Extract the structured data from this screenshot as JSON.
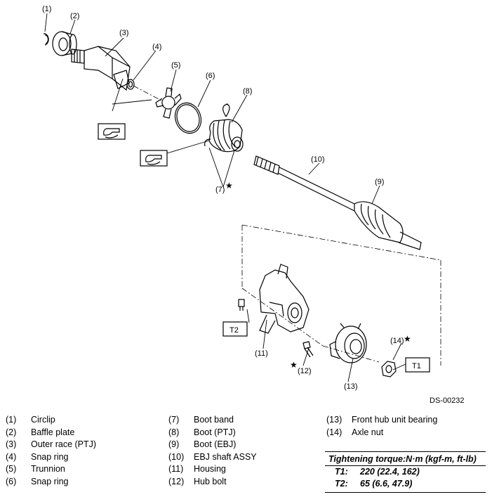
{
  "diagram": {
    "callouts": [
      "(1)",
      "(2)",
      "(3)",
      "(4)",
      "(5)",
      "(6)",
      "(7)",
      "(8)",
      "(9)",
      "(10)",
      "(11)",
      "(12)",
      "(13)",
      "(14)"
    ],
    "torque_tags": [
      "T1",
      "T2"
    ],
    "drawing_code": "DS-00232",
    "star_symbol": "★"
  },
  "legend": {
    "col1": [
      {
        "num": "(1)",
        "label": "Circlip"
      },
      {
        "num": "(2)",
        "label": "Baffle plate"
      },
      {
        "num": "(3)",
        "label": "Outer race (PTJ)"
      },
      {
        "num": "(4)",
        "label": "Snap ring"
      },
      {
        "num": "(5)",
        "label": "Trunnion"
      },
      {
        "num": "(6)",
        "label": "Snap ring"
      }
    ],
    "col2": [
      {
        "num": "(7)",
        "label": "Boot band"
      },
      {
        "num": "(8)",
        "label": "Boot (PTJ)"
      },
      {
        "num": "(9)",
        "label": "Boot (EBJ)"
      },
      {
        "num": "(10)",
        "label": "EBJ shaft ASSY"
      },
      {
        "num": "(11)",
        "label": "Housing"
      },
      {
        "num": "(12)",
        "label": "Hub bolt"
      }
    ],
    "col3": [
      {
        "num": "(13)",
        "label": "Front hub unit bearing"
      },
      {
        "num": "(14)",
        "label": "Axle nut"
      }
    ]
  },
  "torque": {
    "title": "Tightening torque:N·m (kgf-m, ft-lb)",
    "rows": [
      {
        "key": "T1:",
        "value": "220 (22.4, 162)"
      },
      {
        "key": "T2:",
        "value": "65 (6.6, 47.9)"
      }
    ]
  }
}
